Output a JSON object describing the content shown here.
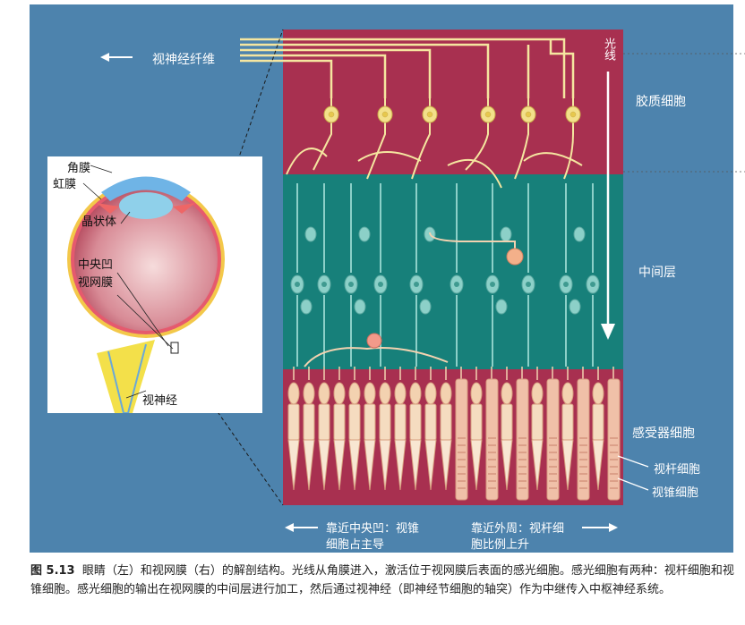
{
  "figure": {
    "layers": {
      "glia": "胶质细胞",
      "middle": "中间层",
      "receptor": "感受器细胞"
    },
    "receptor_types": {
      "rod": "视杆细胞",
      "cone": "视锥细胞"
    },
    "optic_fiber_label": "视神经纤维",
    "light_label": "光线",
    "eye_labels": {
      "cornea": "角膜",
      "iris": "虹膜",
      "lens": "晶状体",
      "fovea": "中央凹",
      "retina": "视网膜",
      "optic_nerve": "视神经"
    },
    "bottom_left_line1": "靠近中央凹：视锥",
    "bottom_left_line2": "细胞占主导",
    "bottom_right_line1": "靠近外周：视杆细",
    "bottom_right_line2": "胞比例上升"
  },
  "caption": {
    "number": "图 5.13",
    "text": "眼睛（左）和视网膜（右）的解剖结构。光线从角膜进入，激活位于视网膜后表面的感光细胞。感光细胞有两种：视杆细胞和视锥细胞。感光细胞的输出在视网膜的中间层进行加工，然后通过视神经（即神经节细胞的轴突）作为中继传入中枢神经系统。"
  },
  "colors": {
    "background": "#4d83ad",
    "glia_layer": "#a83050",
    "middle_layer": "#17807a",
    "receptor_layer": "#a83050",
    "fiber": "#f5e6a0",
    "cell_yellow": "#f3e08a",
    "cell_teal": "#8cd0c8",
    "cone": "#f3d2b0"
  }
}
